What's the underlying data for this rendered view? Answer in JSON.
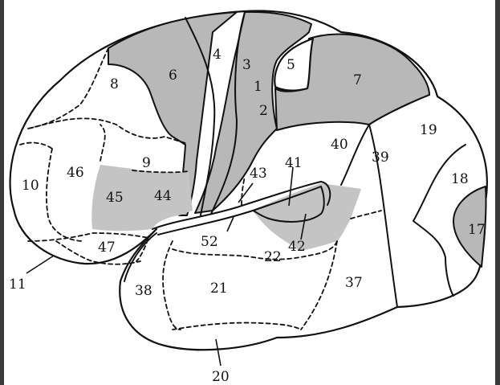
{
  "diagram": {
    "area_labels": [
      {
        "id": "a1",
        "text": "1"
      },
      {
        "id": "a2",
        "text": "2"
      },
      {
        "id": "a3",
        "text": "3"
      },
      {
        "id": "a4",
        "text": "4"
      },
      {
        "id": "a5",
        "text": "5"
      },
      {
        "id": "a6",
        "text": "6"
      },
      {
        "id": "a7",
        "text": "7"
      },
      {
        "id": "a8",
        "text": "8"
      },
      {
        "id": "a9",
        "text": "9"
      },
      {
        "id": "a10",
        "text": "10"
      },
      {
        "id": "a11",
        "text": "11"
      },
      {
        "id": "a17",
        "text": "17"
      },
      {
        "id": "a18",
        "text": "18"
      },
      {
        "id": "a19",
        "text": "19"
      },
      {
        "id": "a20",
        "text": "20"
      },
      {
        "id": "a21",
        "text": "21"
      },
      {
        "id": "a22",
        "text": "22"
      },
      {
        "id": "a37",
        "text": "37"
      },
      {
        "id": "a38",
        "text": "38"
      },
      {
        "id": "a39",
        "text": "39"
      },
      {
        "id": "a40",
        "text": "40"
      },
      {
        "id": "a41",
        "text": "41"
      },
      {
        "id": "a42",
        "text": "42"
      },
      {
        "id": "a43",
        "text": "43"
      },
      {
        "id": "a44",
        "text": "44"
      },
      {
        "id": "a45",
        "text": "45"
      },
      {
        "id": "a46",
        "text": "46"
      },
      {
        "id": "a47",
        "text": "47"
      },
      {
        "id": "a52",
        "text": "52"
      }
    ],
    "colors": {
      "background": "#ffffff",
      "frame": "#3a3a3a",
      "shaded_area": "#b8b8b8",
      "outline": "#111111"
    }
  }
}
